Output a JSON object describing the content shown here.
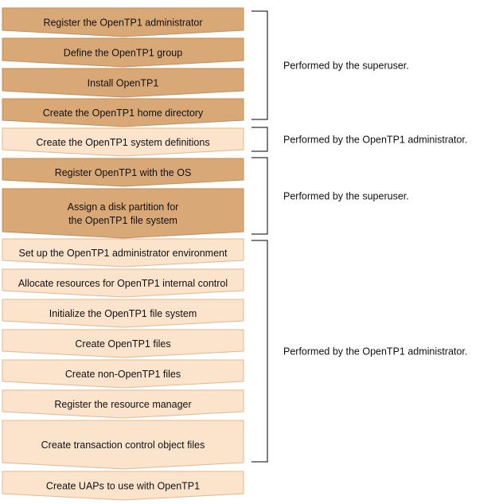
{
  "colors": {
    "superuser_fill": "#d9a877",
    "superuser_stroke": "#c48d5a",
    "admin_fill": "#fbe3cc",
    "admin_stroke": "#e2b892",
    "bracket": "#000000"
  },
  "steps": [
    {
      "lines": [
        "Register the OpenTP1 administrator"
      ],
      "role": "superuser"
    },
    {
      "lines": [
        "Define the OpenTP1 group"
      ],
      "role": "superuser"
    },
    {
      "lines": [
        "Install OpenTP1"
      ],
      "role": "superuser"
    },
    {
      "lines": [
        "Create the OpenTP1 home directory"
      ],
      "role": "superuser"
    },
    {
      "lines": [
        "Create the OpenTP1 system definitions"
      ],
      "role": "admin"
    },
    {
      "lines": [
        "Register OpenTP1 with the OS"
      ],
      "role": "superuser"
    },
    {
      "lines": [
        "Assign a disk partition for",
        "the OpenTP1 file system"
      ],
      "role": "superuser"
    },
    {
      "lines": [
        "Set up the OpenTP1 administrator environment"
      ],
      "role": "admin"
    },
    {
      "lines": [
        "Allocate resources for OpenTP1 internal control"
      ],
      "role": "admin"
    },
    {
      "lines": [
        "Initialize the OpenTP1 file system"
      ],
      "role": "admin"
    },
    {
      "lines": [
        "Create OpenTP1 files"
      ],
      "role": "admin"
    },
    {
      "lines": [
        "Create non-OpenTP1 files"
      ],
      "role": "admin"
    },
    {
      "lines": [
        "Register the resource manager"
      ],
      "role": "admin"
    },
    {
      "lines": [
        "Create transaction control object files"
      ],
      "role": "admin"
    },
    {
      "lines": [
        "Create UAPs to use with OpenTP1"
      ],
      "role": "admin"
    }
  ],
  "groups": [
    {
      "first": 0,
      "last": 3,
      "label": "Performed by the superuser."
    },
    {
      "first": 4,
      "last": 4,
      "label": "Performed by the OpenTP1 administrator."
    },
    {
      "first": 5,
      "last": 6,
      "label": "Performed by the superuser."
    },
    {
      "first": 7,
      "last": 13,
      "label": "Performed by the OpenTP1 administrator."
    }
  ]
}
